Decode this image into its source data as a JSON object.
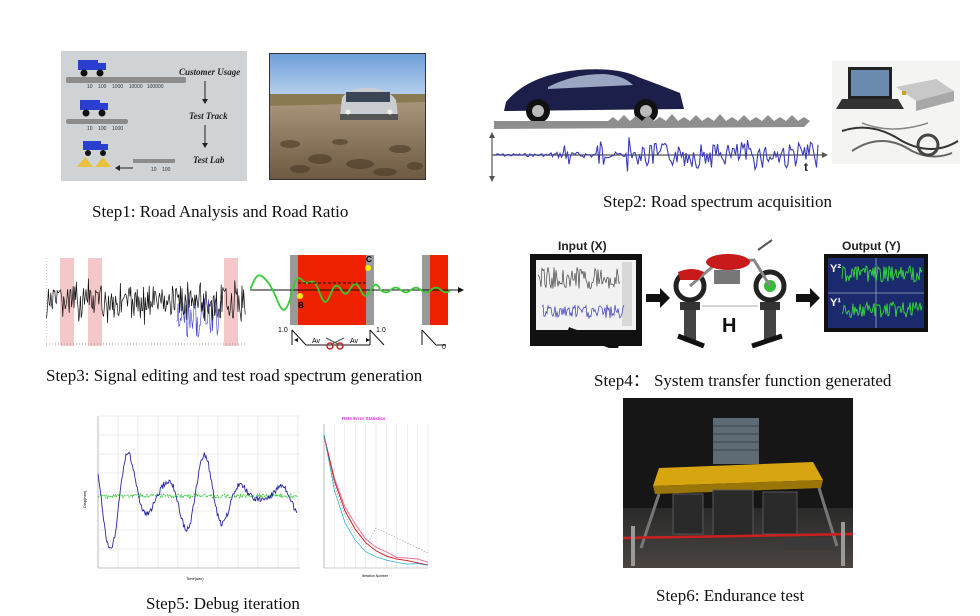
{
  "steps": [
    {
      "caption": "Step1: Road Analysis and Road Ratio"
    },
    {
      "caption": "Step2: Road spectrum acquisition"
    },
    {
      "caption": "Step3: Signal editing and test road spectrum generation"
    },
    {
      "caption": "Step4： System transfer function generated"
    },
    {
      "caption": "Step5: Debug iteration"
    },
    {
      "caption": "Step6: Endurance test"
    }
  ],
  "step1": {
    "labels": [
      "Customer Usage",
      "Test Track",
      "Test Lab"
    ],
    "ticks_a": [
      "10",
      "100",
      "1000",
      "10000",
      "100000"
    ],
    "ticks_b": [
      "10",
      "100",
      "1000"
    ],
    "ticks_c": [
      "10",
      "100"
    ]
  },
  "step2": {
    "time_label": "t"
  },
  "step3": {
    "marker_c": "C",
    "marker_b": "B",
    "left_val": "1.0",
    "right_val": "1.0",
    "zero_val": "0",
    "av_left": "Av",
    "av_right": "Av"
  },
  "step4": {
    "input_label": "Input (X)",
    "output_label": "Output (Y)",
    "h_label": "H",
    "y2_label": "Y²",
    "y1_label": "Y¹"
  },
  "step5": {
    "rms_title": "RMS Error Statistics",
    "x_label": "Time(sec)",
    "y_label": "Disp(mm)",
    "iter_label": "Iteration Number"
  },
  "colors": {
    "blue_signal": "#3a3aa8",
    "green_signal": "#33cc33",
    "red_block": "#ee2200",
    "pink_band": "#f4c8c8",
    "navy_panel": "#1a2a6c"
  }
}
